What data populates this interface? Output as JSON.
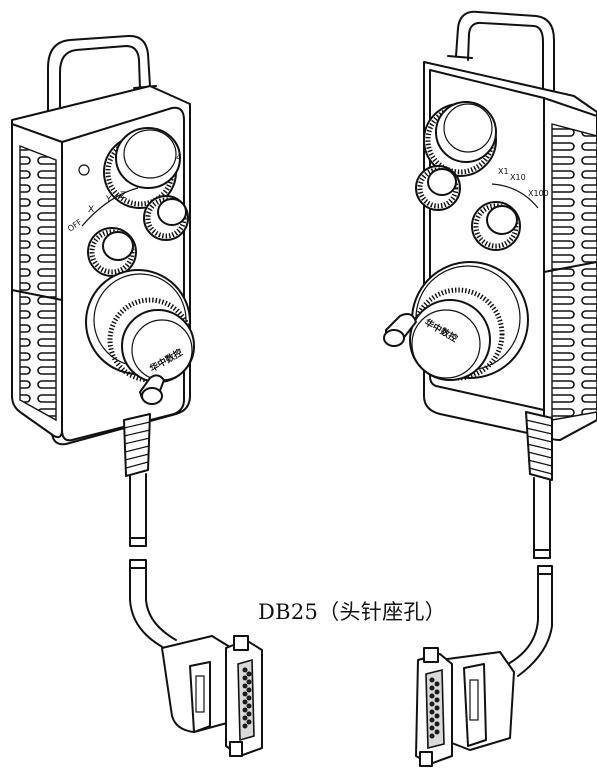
{
  "caption": "DB25（头针座孔）",
  "left_pendant": {
    "brand_label": "华中数控",
    "axis_labels": [
      "OFF",
      "X",
      "Y",
      "Z",
      "4"
    ]
  },
  "right_pendant": {
    "brand_label": "华中数控",
    "step_labels": [
      "X1",
      "X10",
      "X100"
    ]
  }
}
